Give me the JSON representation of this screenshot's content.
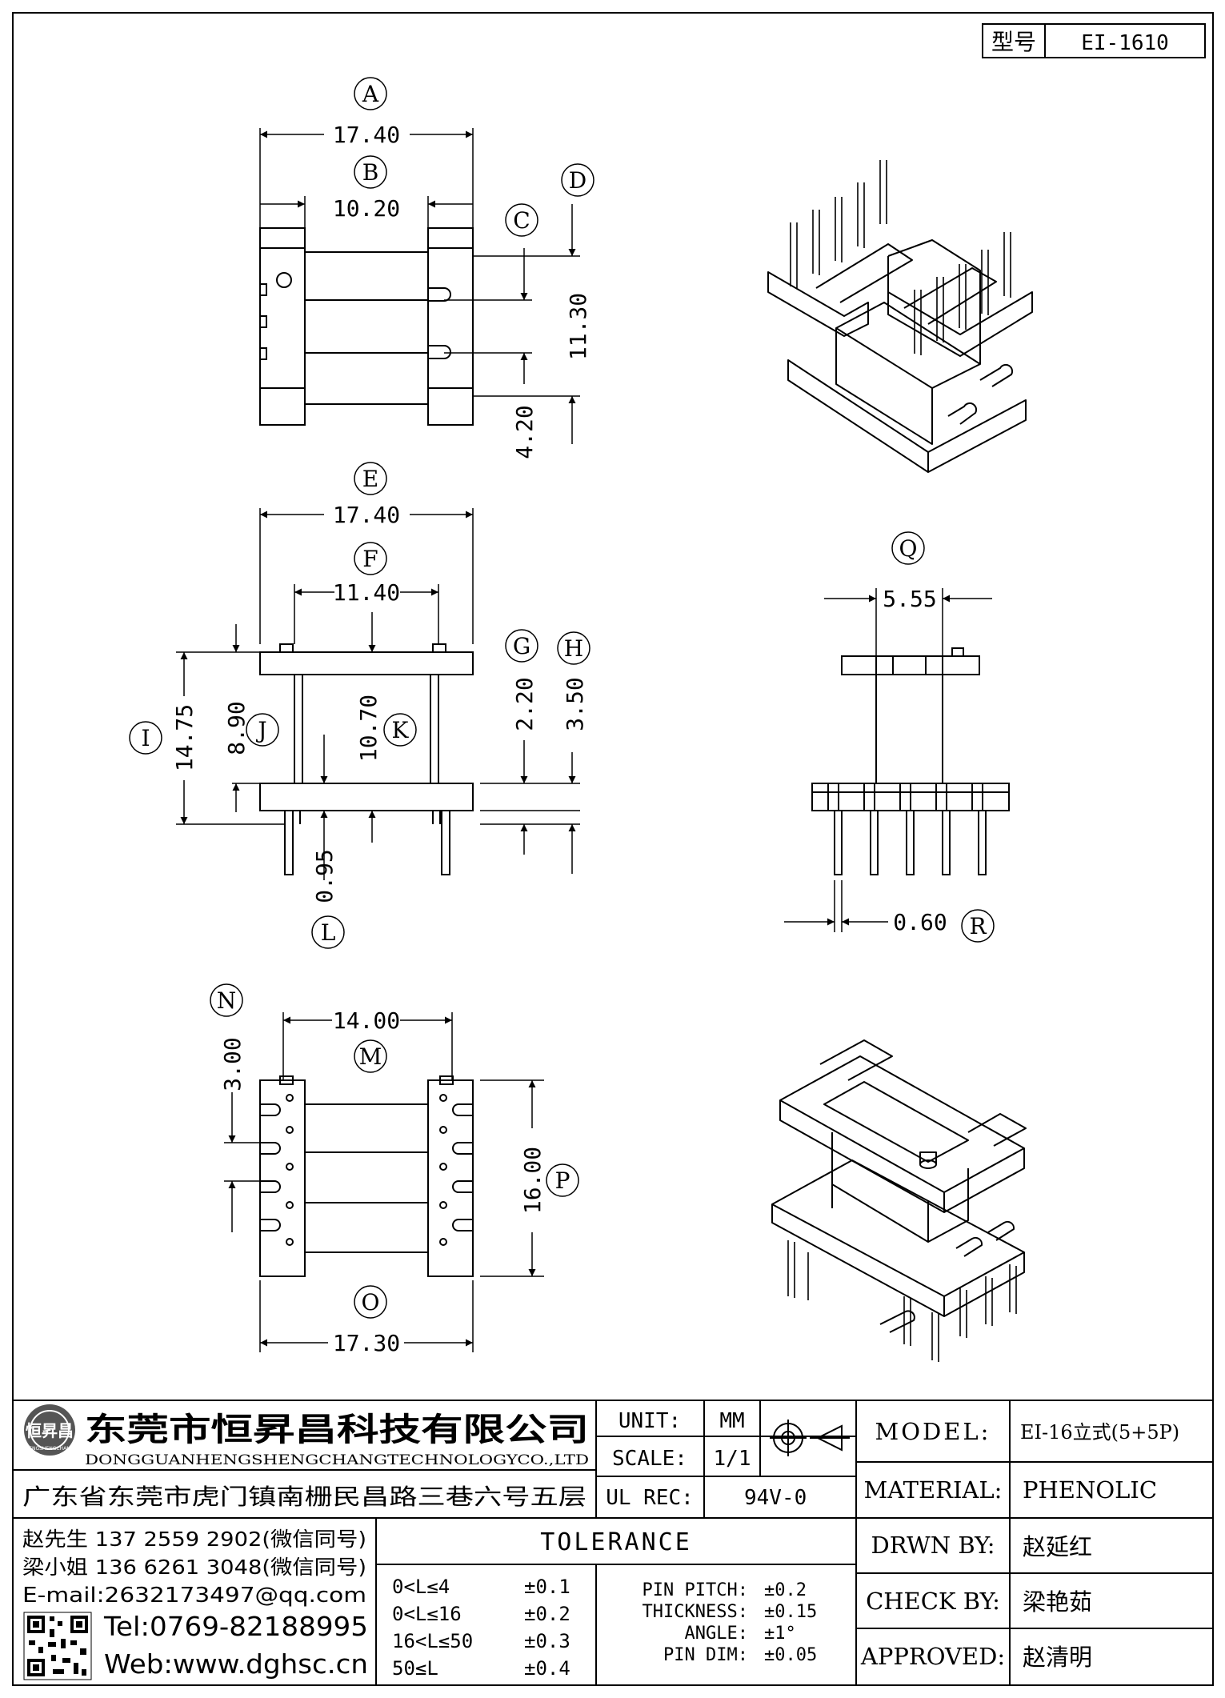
{
  "title_box": {
    "label": "型号",
    "value": "EI-1610"
  },
  "dimensions": {
    "A": {
      "letter": "A",
      "value": "17.40"
    },
    "B": {
      "letter": "B",
      "value": "10.20"
    },
    "C": {
      "letter": "C"
    },
    "D": {
      "letter": "D",
      "value": "11.30"
    },
    "C_value": "4.20",
    "E": {
      "letter": "E",
      "value": "17.40"
    },
    "F": {
      "letter": "F",
      "value": "11.40"
    },
    "G": {
      "letter": "G",
      "value": "2.20"
    },
    "H": {
      "letter": "H",
      "value": "3.50"
    },
    "I": {
      "letter": "I",
      "value": "14.75"
    },
    "J": {
      "letter": "J",
      "value": "8.90"
    },
    "K": {
      "letter": "K",
      "value": "10.70"
    },
    "L": {
      "letter": "L",
      "value": "0.95"
    },
    "M": {
      "letter": "M",
      "value": "14.00"
    },
    "N": {
      "letter": "N",
      "value": "3.00"
    },
    "O": {
      "letter": "O",
      "value": "17.30"
    },
    "P": {
      "letter": "P",
      "value": "16.00"
    },
    "Q": {
      "letter": "Q",
      "value": "5.55"
    },
    "R": {
      "letter": "R",
      "value": "0.60"
    }
  },
  "company": {
    "logo_text": "恒昇昌",
    "logo_sub": "HENGSHENGCHANG",
    "name_cn": "东莞市恒昇昌科技有限公司",
    "name_en": "DONGGUANHENGSHENGCHANGTECHNOLOGYCO.,LTD",
    "address": "广东省东莞市虎门镇南栅民昌路三巷六号五层",
    "contacts": [
      "赵先生 137 2559 2902(微信同号)",
      "梁小姐 136 6261 3048(微信同号)",
      "E-mail:2632173497@qq.com"
    ],
    "tel": "Tel:0769-82188995",
    "web": "Web:www.dghsc.cn"
  },
  "spec": {
    "unit_label": "UNIT:",
    "unit_value": "MM",
    "scale_label": "SCALE:",
    "scale_value": "1/1",
    "ulrec_label": "UL REC:",
    "ulrec_value": "94V-0"
  },
  "tolerance": {
    "title": "TOLERANCE",
    "ranges": [
      {
        "range": "0<L≤4",
        "tol": "±0.1"
      },
      {
        "range": "0<L≤16",
        "tol": "±0.2"
      },
      {
        "range": "16<L≤50",
        "tol": "±0.3"
      },
      {
        "range": "50≤L",
        "tol": "±0.4"
      }
    ],
    "others": [
      {
        "label": "PIN PITCH:",
        "tol": "±0.2"
      },
      {
        "label": "THICKNESS:",
        "tol": "±0.15"
      },
      {
        "label": "ANGLE:",
        "tol": "±1°"
      },
      {
        "label": "PIN DIM:",
        "tol": "±0.05"
      }
    ]
  },
  "info": {
    "model_label": "MODEL:",
    "model_value": "EI-16立式(5+5P)",
    "material_label": "MATERIAL:",
    "material_value": "PHENOLIC",
    "drwn_label": "DRWN BY:",
    "drwn_value": "赵延红",
    "check_label": "CHECK BY:",
    "check_value": "梁艳茹",
    "approved_label": "APPROVED:",
    "approved_value": "赵清明"
  }
}
